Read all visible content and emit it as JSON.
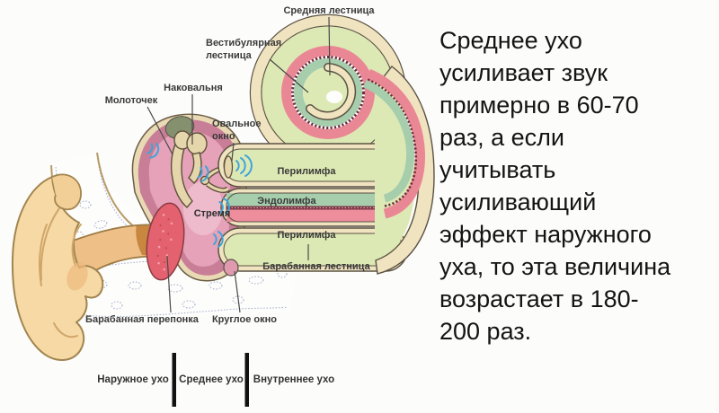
{
  "diagram": {
    "labels": {
      "srednyaya_lestnitsa": "Средняя лестница",
      "vestibulyarnaya_line1": "Вестибулярная",
      "vestibulyarnaya_line2": "лестница",
      "nakovalnya": "Наковальня",
      "molotochek": "Молоточек",
      "ovalnoe_line1": "Овальное",
      "ovalnoe_line2": "окно",
      "perilimfa_top": "Перилимфа",
      "endolimfa": "Эндолимфа",
      "stremya": "Стремя",
      "perilimfa_bottom": "Перилимфа",
      "barabannaya_lestnitsa": "Барабанная лестница",
      "barabannaya_pereponka": "Барабанная перепонка",
      "krugloe_okno": "Круглое окно"
    },
    "legend": {
      "outer": "Наружное ухо",
      "middle": "Среднее ухо",
      "inner": "Внутреннее ухо"
    },
    "colors": {
      "casing_cream": "#f0e3c0",
      "outline_dark": "#5a5243",
      "perilymph_green": "#dde9b4",
      "endolymph_teal": "#a6cead",
      "scala_pink": "#ea8795",
      "membrane_dark_red": "#6d2c3c",
      "cavity_pink_dark": "#c97e97",
      "cavity_pink_light": "#e5a2b8",
      "eardrum_red": "#e4626f",
      "ossicle_bone": "#e6d6ab",
      "skin_peach": "#f7d9a6",
      "canal_deep_tan": "#c8863f",
      "bone_texture_gray": "#a7aecb",
      "vibration_blue": "#3fa4da"
    }
  },
  "caption": {
    "text": "Среднее ухо\nусиливает звук\nпримерно в 60-70\nраз, а если\nучитывать\nусиливающий\nэффект наружного\nуха, то эта величина\nвозрастает в 180-\n200 раз."
  }
}
